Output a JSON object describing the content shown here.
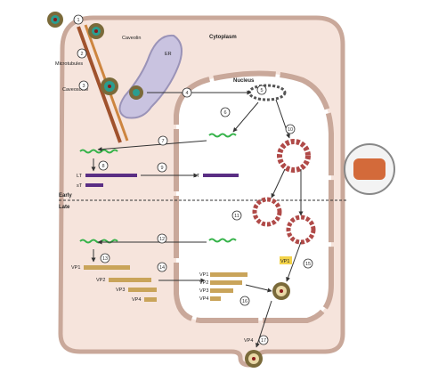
{
  "labels": {
    "cytoplasm": "Cytoplasm",
    "nucleus": "Nucleus",
    "caveolin": "Caveolin",
    "microtubules": "Microtubules",
    "er": "ER",
    "caveosome": "Caveosome",
    "early": "Early",
    "late": "Late",
    "lt": "LT",
    "st": "sT",
    "vp1": "VP1",
    "vp2": "VP2",
    "vp3": "VP3",
    "vp4": "VP4"
  },
  "steps": [
    "1",
    "2",
    "3",
    "4",
    "5",
    "6",
    "7",
    "8",
    "9",
    "10",
    "11",
    "12",
    "13",
    "14",
    "15",
    "16",
    "17"
  ],
  "colors": {
    "cell_fill": "#f6e4dc",
    "cell_stroke": "#c9a89a",
    "nucleus_fill": "#ffffff",
    "er_fill": "#c9c3e0",
    "protein_bar": "#5a2e84",
    "capsid_protein": "#c9a45a",
    "virion_shell": "#7a6a3a",
    "rna_green": "#36b34a",
    "vlp_red": "#b04a48",
    "vp1_box": "#f3d34a"
  }
}
